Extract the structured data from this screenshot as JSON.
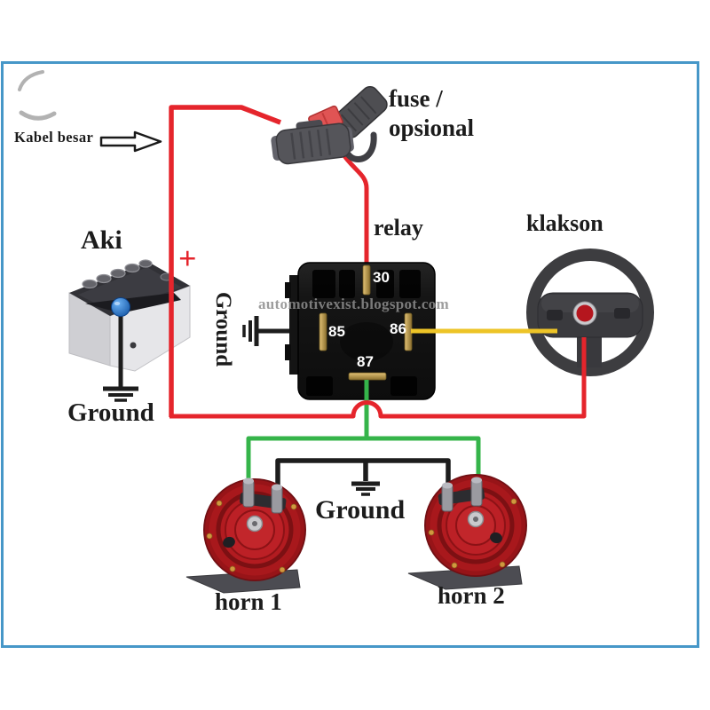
{
  "labels": {
    "kabel_besar": "Kabel besar",
    "fuse_line1": "fuse /",
    "fuse_line2": "opsional",
    "relay": "relay",
    "klakson": "klakson",
    "aki": "Aki",
    "plus": "+",
    "ground_relay": "Ground",
    "ground_battery": "Ground",
    "ground_horns": "Ground",
    "horn1": "horn 1",
    "horn2": "horn 2"
  },
  "relay_pins": {
    "p30": "30",
    "p85": "85",
    "p86": "86",
    "p87": "87"
  },
  "watermark": "automotivexist.blogspot.com",
  "colors": {
    "frame_border": "#4697c8",
    "wire_red": "#e5252c",
    "wire_green": "#35b44a",
    "wire_yellow": "#edc427",
    "wire_black": "#1d1d1d",
    "horn_red": "#a8181c",
    "relay_body": "#161616",
    "battery_terminal_blue": "#1f6fd0",
    "gold_pin": "#c8a84b"
  },
  "connections": [
    {
      "from": "battery-positive",
      "to": "relay-30",
      "via": "fuse (opsional)",
      "color": "red"
    },
    {
      "from": "battery-positive",
      "to": "horn-button (klakson)",
      "color": "red"
    },
    {
      "from": "horn-button (klakson)",
      "to": "relay-86",
      "color": "yellow"
    },
    {
      "from": "relay-85",
      "to": "ground",
      "color": "black"
    },
    {
      "from": "relay-87",
      "to": "horn-1 and horn-2",
      "color": "green"
    },
    {
      "from": "horn-1 and horn-2",
      "to": "ground",
      "color": "black"
    },
    {
      "from": "battery-negative",
      "to": "ground",
      "color": "black"
    }
  ]
}
